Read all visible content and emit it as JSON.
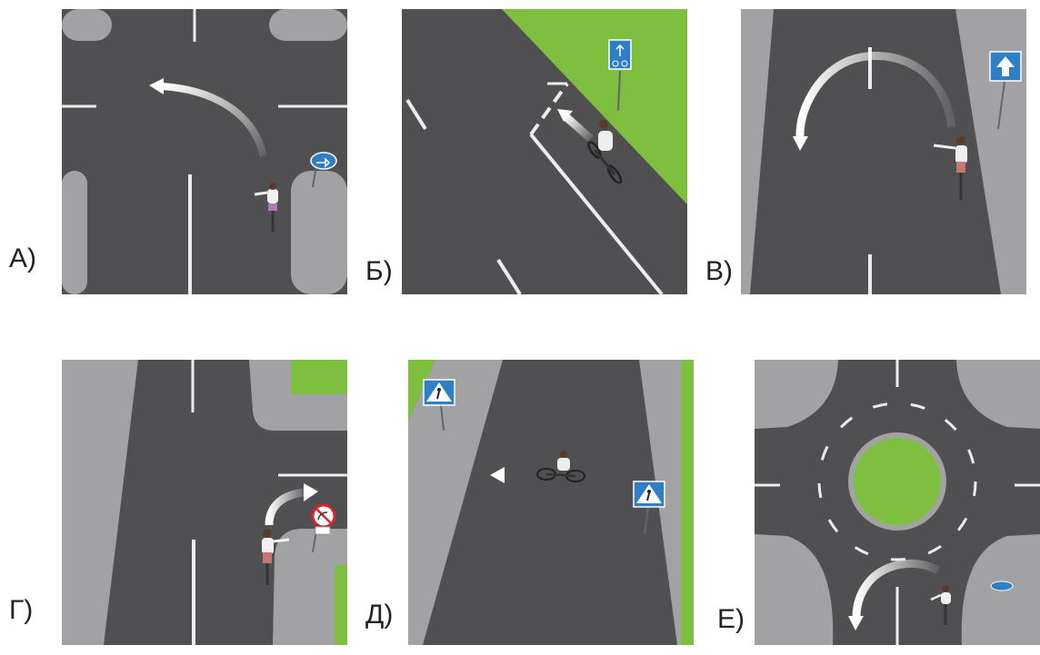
{
  "colors": {
    "asphalt": "#505052",
    "sidewalk": "#a2a2a4",
    "grass": "#7fbf3f",
    "marking": "#ececec",
    "sign_blue": "#2f7fc6",
    "sign_red": "#d8262b",
    "label_text": "#222222"
  },
  "scenes": [
    {
      "label": "А)",
      "icons": [
        "left-turn-arrow-icon",
        "cyclist-icon",
        "direction-sign-icon"
      ]
    },
    {
      "label": "Б)",
      "icons": [
        "straight-arrow-icon",
        "cyclist-icon",
        "bicycle-lane-sign-icon"
      ]
    },
    {
      "label": "В)",
      "icons": [
        "u-turn-arrow-icon",
        "cyclist-icon",
        "one-way-sign-icon"
      ]
    },
    {
      "label": "Г)",
      "icons": [
        "right-turn-arrow-icon",
        "cyclist-icon",
        "no-right-turn-sign-icon"
      ]
    },
    {
      "label": "Д)",
      "icons": [
        "straight-arrow-icon",
        "cyclist-icon",
        "pedestrian-crossing-sign-icon"
      ]
    },
    {
      "label": "Е)",
      "icons": [
        "u-turn-arrow-icon",
        "cyclist-icon",
        "roundabout-island-icon"
      ]
    }
  ]
}
